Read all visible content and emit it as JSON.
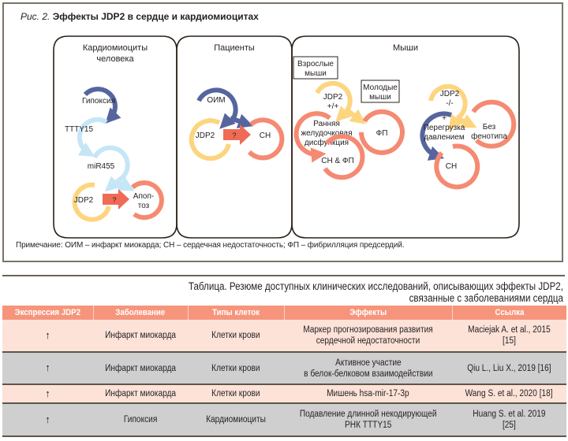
{
  "figure": {
    "title_lead": "Рис. 2.",
    "title_main": "Эффекты JDP2 в сердце и кардиомиоцитах",
    "panels": [
      {
        "heading_line1": "Кардиомиоциты",
        "heading_line2": "человека",
        "nodes": [
          "Гипоксия",
          "TTTY15",
          "miR455",
          "JDP2",
          "?",
          "Апоп-",
          "тоз"
        ]
      },
      {
        "heading": "Пациенты",
        "nodes": [
          "ОИМ",
          "JDP2",
          "?",
          "СН"
        ]
      },
      {
        "heading": "Мыши",
        "label_adult_line1": "Взрослые",
        "label_adult_line2": "мыши",
        "label_young_line1": "Молодые",
        "label_young_line2": "мыши",
        "wt": {
          "jdp2": "JDP2",
          "genotype": "+/+",
          "dysf_line1": "Ранняя",
          "dysf_line2": "желудочковая",
          "dysf_line3": "дисфункция",
          "af": "ФП",
          "hf_af": "СН & ФП"
        },
        "ko": {
          "jdp2": "JDP2",
          "genotype": "-/-",
          "plus": "+",
          "load_line1": "Перегрузка",
          "load_line2": "давлением",
          "nopheno_line1": "Без",
          "nopheno_line2": "фенотипа",
          "hf": "СН"
        }
      }
    ],
    "note": "Примечание: ОИМ – инфаркт миокарда; СН – сердечная недостаточность; ФП – фибрилляция предсердий.",
    "colors": {
      "navy": "#56659e",
      "light_blue": "#c5e6f7",
      "yellow": "#fdd57f",
      "salmon": "#f58a72",
      "red_arrow": "#ef6b55"
    }
  },
  "table": {
    "caption_line1": "Таблица. Резюме доступных клинических исследований, описывающих эффекты JDP2,",
    "caption_line2": "связанные с заболеваниями сердца",
    "headers": [
      "Экспрессия JDP2",
      "Заболевание",
      "Типы клеток",
      "Эффекты",
      "Ссылка"
    ],
    "rows": [
      {
        "expr": "↑",
        "disease": "Инфаркт миокарда",
        "cells": "Клетки крови",
        "effect_line1": "Маркер прогнозирования развития",
        "effect_line2": "сердечной недостаточности",
        "ref_line1": "Maciejak A. et al., 2015",
        "ref_line2": "[15]"
      },
      {
        "expr": "↑",
        "disease": "Инфаркт миокарда",
        "cells": "Клетки крови",
        "effect_line1": "Активное участие",
        "effect_line2": "в белок-белковом взаимодействии",
        "ref_line1": "Qiu L., Liu X., 2019 [16]",
        "ref_line2": ""
      },
      {
        "expr": "↑",
        "disease": "Инфаркт миокарда",
        "cells": "Клетки крови",
        "effect_line1": "Мишень hsa-mir-17-3p",
        "effect_line2": "",
        "ref_line1": "Wang S. et al., 2020 [18]",
        "ref_line2": ""
      },
      {
        "expr": "↑",
        "disease": "Гипоксия",
        "cells": "Кардиомиоциты",
        "effect_line1": "Подавление длинной некодирующей",
        "effect_line2": "РНК TTTY15",
        "ref_line1": "Huang S. et al. 2019",
        "ref_line2": "[25]"
      }
    ],
    "colors": {
      "header": "#f6957c",
      "row_pink": "#fde2d8",
      "row_gray": "#d0cfcf"
    }
  }
}
